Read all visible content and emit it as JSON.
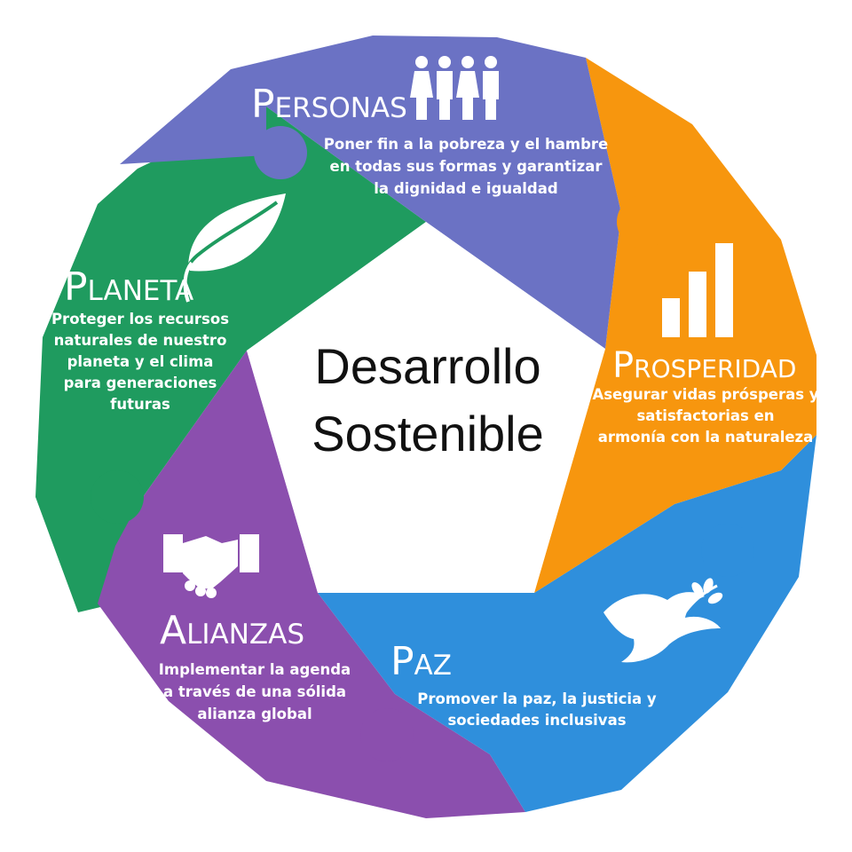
{
  "center": {
    "line1": "Desarrollo",
    "line2": "Sostenible"
  },
  "segments": [
    {
      "key": "personas",
      "title": "Personas",
      "color": "#6b72c4",
      "icon": "people-icon",
      "text": [
        "Poner fin a la pobreza y el hambre",
        "en todas sus formas y garantizar",
        "la dignidad e igualdad"
      ]
    },
    {
      "key": "prosperidad",
      "title": "Prosperidad",
      "color": "#f7960e",
      "icon": "bar-chart-icon",
      "text": [
        "Asegurar vidas prósperas y",
        "satisfactorias en",
        "armonía con la naturaleza"
      ]
    },
    {
      "key": "paz",
      "title": "Paz",
      "color": "#2f8fdc",
      "icon": "dove-icon",
      "text": [
        "Promover la paz, la justicia y",
        "sociedades inclusivas"
      ]
    },
    {
      "key": "alianzas",
      "title": "Alianzas",
      "color": "#8b4fae",
      "icon": "handshake-icon",
      "text": [
        "Implementar la agenda",
        "a través de una sólida",
        "alianza global"
      ]
    },
    {
      "key": "planeta",
      "title": "Planeta",
      "color": "#1f9b5f",
      "icon": "leaf-icon",
      "text": [
        "Proteger los recursos",
        "naturales de nuestro",
        "planeta y el clima",
        "para generaciones",
        "futuras"
      ]
    }
  ]
}
